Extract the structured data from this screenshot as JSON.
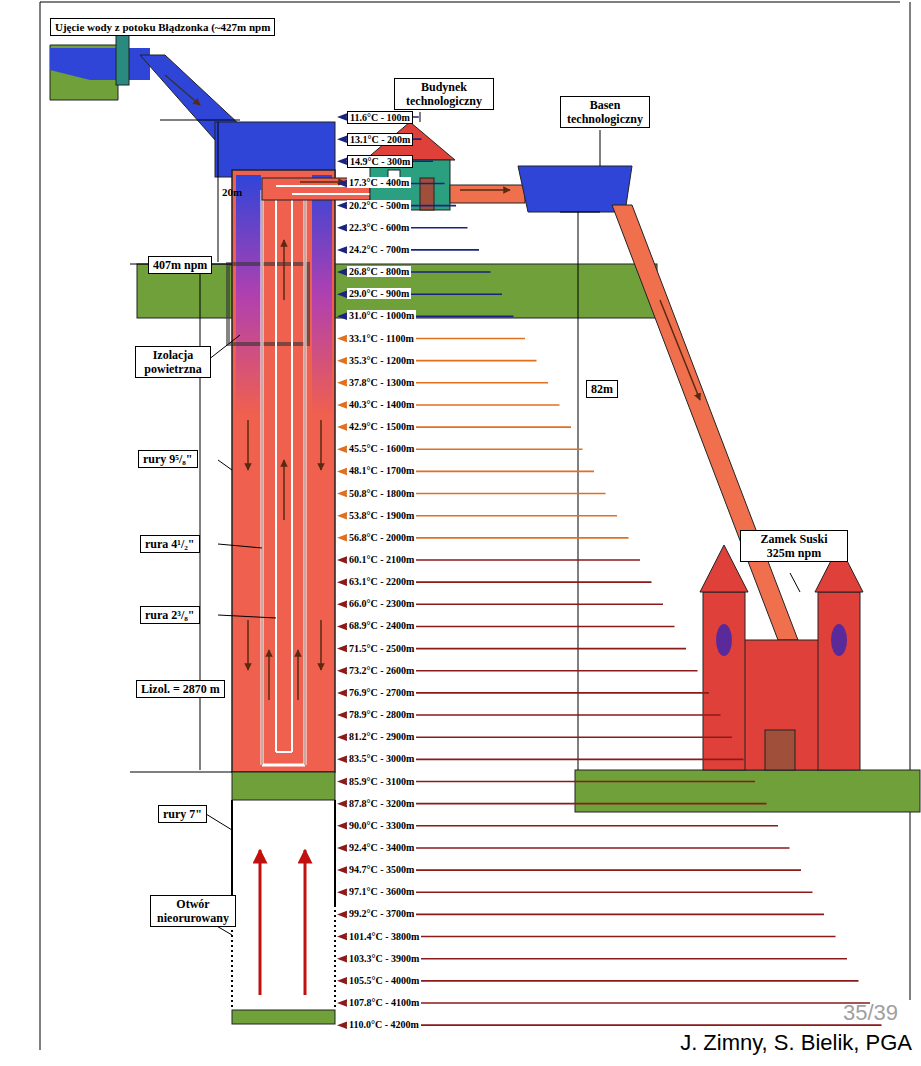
{
  "diagram": {
    "nodes": [
      {
        "text": [
          "Ujęcie wody z potoku Błądzonka (~427m npm"
        ]
      },
      {
        "text": [
          "Budynek technologiczny"
        ]
      },
      {
        "text": [
          "Basen technologiczny"
        ]
      },
      {
        "text": [
          "407m npm"
        ]
      },
      {
        "text": [
          "Izolacja powietrzna"
        ]
      },
      {
        "text": [
          "82m"
        ]
      },
      {
        "text": [
          "rury 9⁵/₈\""
        ]
      },
      {
        "text": [
          "rura 4¹/₂\""
        ]
      },
      {
        "text": [
          "Zamek Suski 325m npm"
        ]
      },
      {
        "text": [
          "rura 2³/₈\""
        ]
      },
      {
        "text": [
          "Lizol. = 2870 m"
        ]
      },
      {
        "text": [
          "rury 7\""
        ]
      },
      {
        "text": [
          "Otwór nieorurowany"
        ]
      }
    ],
    "labels": [
      "20m",
      "11.6°C - 100m",
      "13.1°C - 200m",
      "14.9°C - 300m",
      "17.3°C - 400m",
      "20.2°C - 500m",
      "22.3°C - 600m",
      "24.2°C - 700m",
      "26.8°C - 800m",
      "29.0°C - 900m",
      "31.0°C - 1000m",
      "33.1°C - 1100m",
      "35.3°C - 1200m",
      "37.8°C - 1300m",
      "40.3°C - 1400m",
      "42.9°C - 1500m",
      "45.5°C - 1600m",
      "48.1°C - 1700m",
      "50.8°C - 1800m",
      "53.8°C - 1900m",
      "56.8°C - 2000m",
      "60.1°C - 2100m",
      "63.1°C - 2200m",
      "66.0°C - 2300m",
      "68.9°C - 2400m",
      "71.5°C - 2500m",
      "73.2°C - 2600m",
      "76.9°C - 2700m",
      "78.9°C - 2800m",
      "81.2°C - 2900m",
      "83.5°C - 3000m",
      "85.9°C - 3100m",
      "87.8°C - 3200m",
      "90.0°C - 3300m",
      "92.4°C - 3400m",
      "94.7°C - 3500m",
      "97.1°C - 3600m",
      "99.2°C - 3700m",
      "101.4°C - 3800m",
      "103.3°C - 3900m",
      "105.5°C - 4000m",
      "107.8°C - 4100m",
      "110.0°C - 4200m",
      "35/39",
      "J. Zimny, S. Bielik, PGA"
    ]
  }
}
